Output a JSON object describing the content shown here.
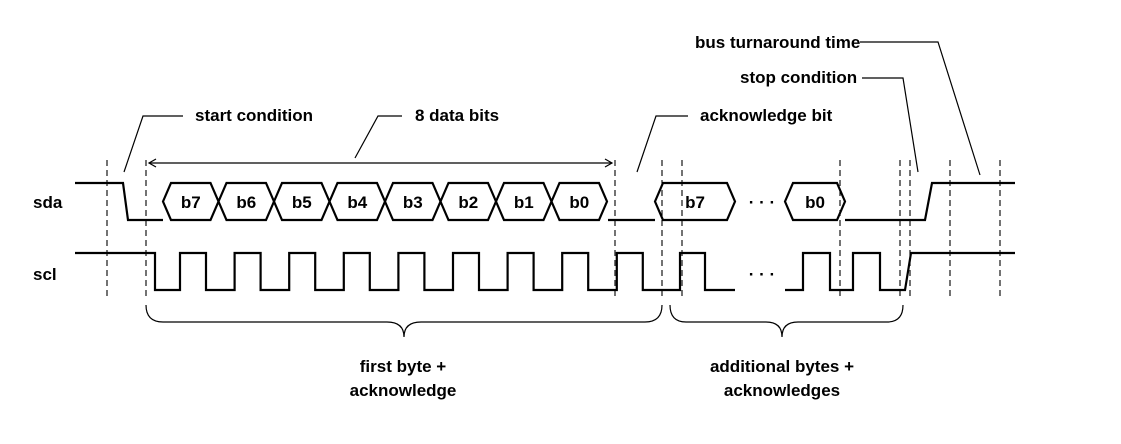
{
  "labels": {
    "bus_turnaround": "bus turnaround time",
    "stop_condition": "stop condition",
    "start_condition": "start condition",
    "data_bits": "8 data bits",
    "ack_bit": "acknowledge bit",
    "sda": "sda",
    "scl": "scl",
    "ellipsis": "· · ·",
    "first_byte_l1": "first byte +",
    "first_byte_l2": "acknowledge",
    "additional_l1": "additional bytes +",
    "additional_l2": "acknowledges"
  },
  "first_byte_bits": [
    "b7",
    "b6",
    "b5",
    "b4",
    "b3",
    "b2",
    "b1",
    "b0"
  ],
  "additional_bits": [
    "b7",
    "b0"
  ]
}
